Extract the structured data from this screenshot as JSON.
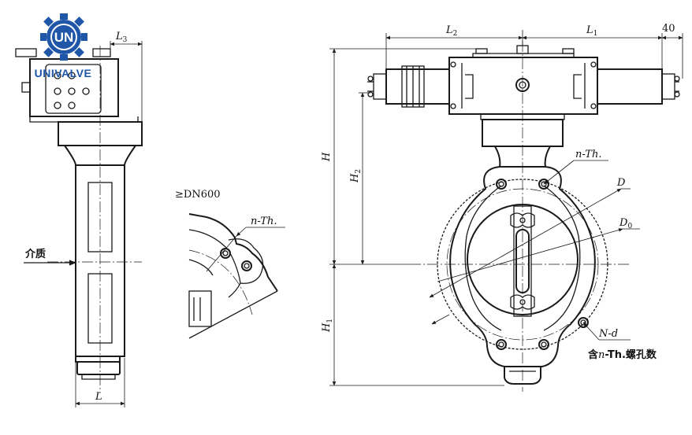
{
  "logo": {
    "monogram": "UN",
    "name": "UNIVALVE",
    "brand_color": "#1f56a8"
  },
  "side_view": {
    "dim_top": "L",
    "dim_top_sub": "3",
    "dim_bottom": "L",
    "medium_label": "介质"
  },
  "detail_view": {
    "size_label": "≥DN600",
    "thread_label": "n-Th."
  },
  "front_view": {
    "dim_l2": "L",
    "dim_l2_sub": "2",
    "dim_l1": "L",
    "dim_l1_sub": "1",
    "dim_40": "40",
    "dim_h": "H",
    "dim_h2": "H",
    "dim_h2_sub": "2",
    "dim_h1": "H",
    "dim_h1_sub": "1",
    "thread_label": "n-Th.",
    "dia_d": "D",
    "dia_d0": "D",
    "dia_d0_sub": "0",
    "holes_label": "N-d",
    "holes_note_prefix": "含",
    "holes_note_italic": "n",
    "holes_note_suffix": "-Th.螺孔数"
  },
  "colors": {
    "line": "#1a1a1a",
    "background": "#ffffff",
    "logo": "#1f56a8"
  }
}
